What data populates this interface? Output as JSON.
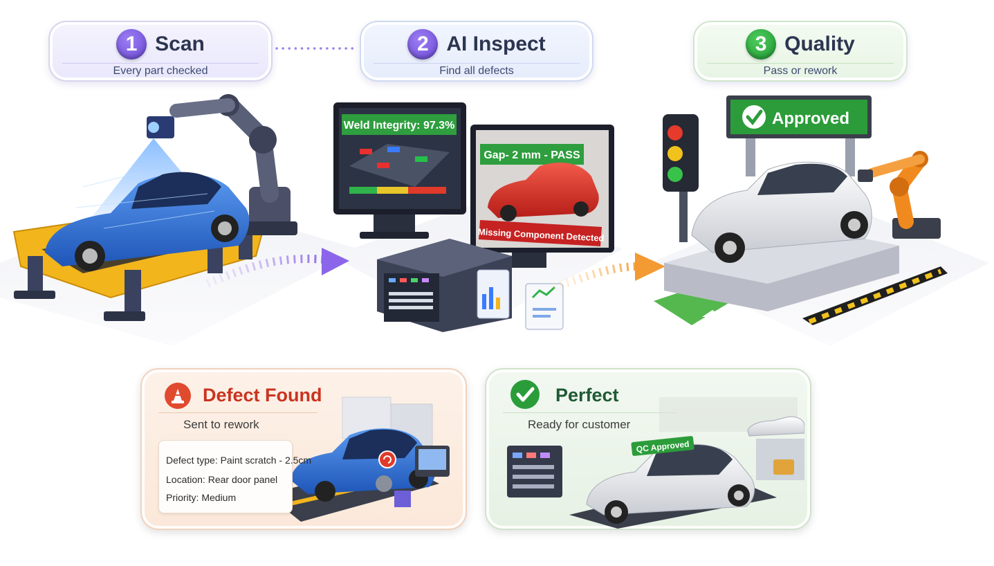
{
  "steps": [
    {
      "number": "1",
      "title": "Scan",
      "subtitle": "Every part checked"
    },
    {
      "number": "2",
      "title": "AI Inspect",
      "subtitle": "Find all defects"
    },
    {
      "number": "3",
      "title": "Quality",
      "subtitle": "Pass or rework"
    }
  ],
  "screens": {
    "weld": "Weld Integrity: 97.3%",
    "gap": "Gap- 2 mm - PASS",
    "missing": "Missing Component Detected"
  },
  "approved_sign": "Approved",
  "defect_card": {
    "title": "Defect Found",
    "subtitle": "Sent to rework",
    "details": [
      "Defect type: Paint scratch - 2.5cm",
      "Location: Rear door panel",
      "Priority: Medium"
    ]
  },
  "perfect_card": {
    "title": "Perfect",
    "subtitle": "Ready for customer",
    "badge": "QC Approved"
  },
  "colors": {
    "purple": "#6a49d6",
    "green": "#2a9d3a",
    "orange": "#f39a33",
    "red": "#d9432c",
    "blue_car": "#2f72d8"
  },
  "icons": [
    "scanner-camera-icon",
    "robot-arm-icon",
    "traffic-light-icon",
    "checkmark-icon",
    "warning-cone-icon",
    "flow-arrow-icon"
  ]
}
